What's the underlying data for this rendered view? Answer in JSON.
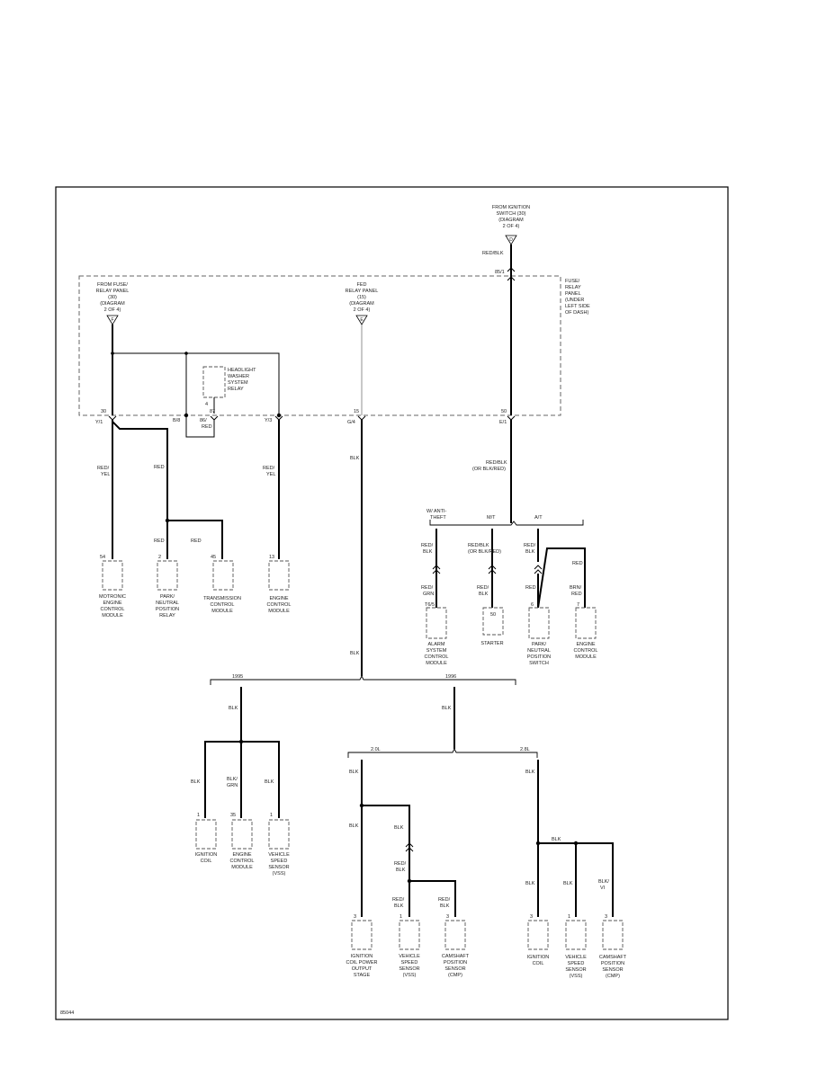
{
  "figure_code": "85044",
  "ignition_source": {
    "lines": [
      "FROM IGNITION",
      "SWITCH (30)",
      "(DIAGRAM",
      "2 OF 4)"
    ],
    "pin": "D"
  },
  "panel": {
    "lines": [
      "FUSE/",
      "RELAY",
      "PANEL",
      "(UNDER",
      "LEFT SIDE",
      "OF DASH)"
    ]
  },
  "fuse_source": {
    "lines": [
      "FROM FUSE/",
      "RELAY PANEL",
      "(30)",
      "(DIAGRAM",
      "2 OF 4)"
    ],
    "pin": "F"
  },
  "fed_source": {
    "lines": [
      "FED",
      "RELAY PANEL",
      "(15)",
      "(DIAGRAM",
      "2 OF 4)"
    ],
    "pin": "E"
  },
  "relay": {
    "lines": [
      "HEADLIGHT",
      "WASHER",
      "SYSTEM",
      "RELAY"
    ],
    "pin": "4"
  },
  "panel_pins": {
    "p30": "30",
    "p15": "15",
    "p50": "50",
    "p85": "85/1",
    "p86": "86/",
    "p87": "87"
  },
  "panel_connectors": {
    "c1": "Y/1",
    "c2": "B/8",
    "c3": "B/8",
    "c4": "Y/3",
    "c5": "G/4",
    "c6": "E/1"
  },
  "wires": {
    "red_yel": "RED/",
    "red_yel2": "YEL",
    "red": "RED",
    "red_blk": "RED/BLK",
    "red_blk_or": [
      "RED/BLK",
      "(OR BLK/RED)"
    ],
    "red_blk_or2": [
      "RED/BLK",
      "(OR BLK/RED)"
    ],
    "blk": "BLK",
    "red_grn": [
      "RED/",
      "GRN"
    ],
    "blk_grn": [
      "BLK/",
      "GRN"
    ],
    "blk_vi": [
      "BLK/",
      "VI"
    ],
    "brn_red": [
      "BRN/",
      "RED"
    ],
    "red_blk2": [
      "RED/",
      "BLK"
    ]
  },
  "branches": {
    "antitheft": [
      "W/ ANTI-",
      "THEFT"
    ],
    "mt": "M/T",
    "at": "A/T",
    "y1995": "1995",
    "y1996": "1996",
    "e20": "2.0L",
    "e28": "2.8L"
  },
  "components": {
    "motronic": {
      "pin": "54",
      "lines": [
        "MOTRONIC",
        "ENGINE",
        "CONTROL",
        "MODULE"
      ]
    },
    "pnp_relay": {
      "pin": "2",
      "lines": [
        "PARK/",
        "NEUTRAL",
        "POSITION",
        "RELAY"
      ]
    },
    "tcm": {
      "pin": "45",
      "lines": [
        "TRANSMISSION",
        "CONTROL",
        "MODULE"
      ]
    },
    "ecm_top": {
      "pin": "13",
      "lines": [
        "ENGINE",
        "CONTROL",
        "MODULE"
      ]
    },
    "alarm": {
      "pin": "T6/5",
      "lines": [
        "ALARM",
        "SYSTEM",
        "CONTROL",
        "MODULE"
      ]
    },
    "starter": {
      "pin": "50",
      "lines": [
        "STARTER"
      ]
    },
    "pnp_switch": {
      "pin": "6",
      "lines": [
        "PARK/",
        "NEUTRAL",
        "POSITION",
        "SWITCH"
      ]
    },
    "ecm_at": {
      "pin": "7",
      "lines": [
        "ENGINE",
        "CONTROL",
        "MODULE"
      ]
    },
    "ign_coil_95": {
      "pin": "1",
      "lines": [
        "IGNITION",
        "COIL"
      ]
    },
    "ecm_95": {
      "pin": "35",
      "lines": [
        "ENGINE",
        "CONTROL",
        "MODULE"
      ]
    },
    "vss_95": {
      "pin": "1",
      "lines": [
        "VEHICLE",
        "SPEED",
        "SENSOR",
        "(VSS)"
      ]
    },
    "ign_stage_20": {
      "pin": "3",
      "lines": [
        "IGNITION",
        "COIL POWER",
        "OUTPUT",
        "STAGE"
      ]
    },
    "vss_20": {
      "pin": "1",
      "lines": [
        "VEHICLE",
        "SPEED",
        "SENSOR",
        "(VSS)"
      ]
    },
    "cmp_20": {
      "pin": "3",
      "lines": [
        "CAMSHAFT",
        "POSITION",
        "SENSOR",
        "(CMP)"
      ]
    },
    "ign_coil_28": {
      "pin": "3",
      "lines": [
        "IGNITION",
        "COIL"
      ]
    },
    "vss_28": {
      "pin": "1",
      "lines": [
        "VEHICLE",
        "SPEED",
        "SENSOR",
        "(VSS)"
      ]
    },
    "cmp_28": {
      "pin": "3",
      "lines": [
        "CAMSHAFT",
        "POSITION",
        "SENSOR",
        "(CMP)"
      ]
    }
  }
}
